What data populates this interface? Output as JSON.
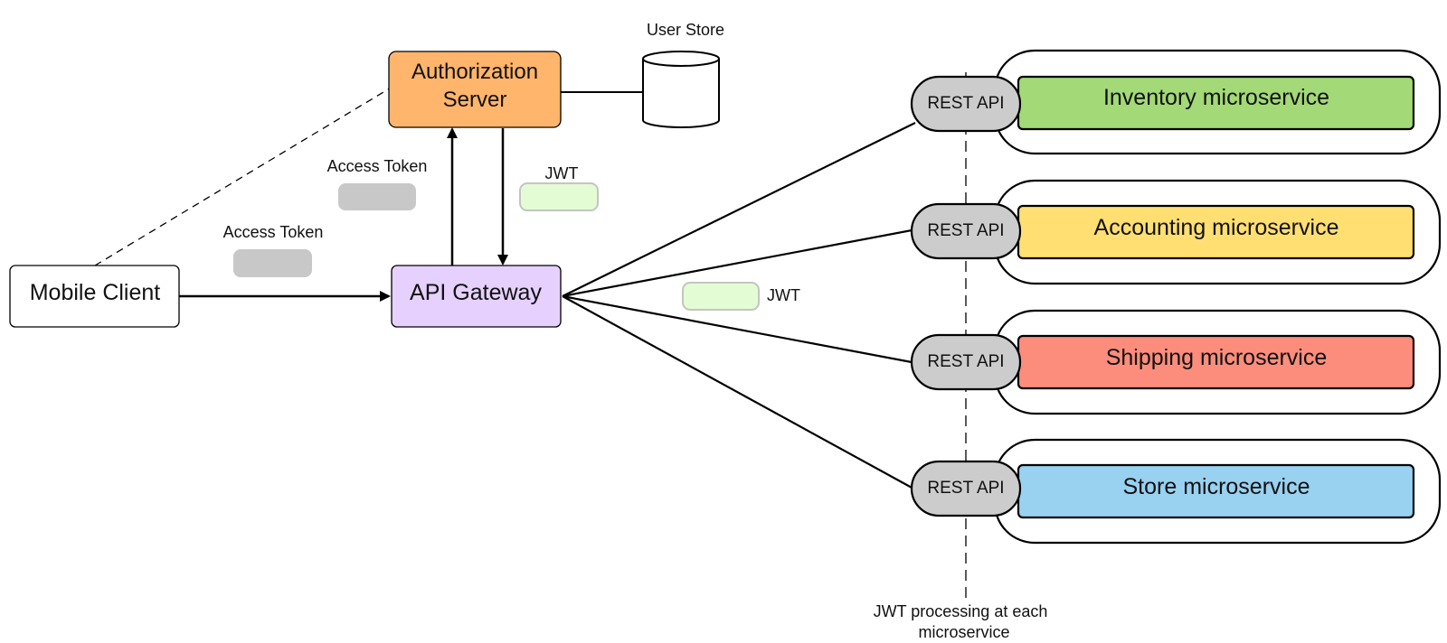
{
  "nodes": {
    "mobile_client": "Mobile Client",
    "api_gateway": "API Gateway",
    "auth_server": [
      "Authorization",
      "Server"
    ],
    "user_store": "User Store"
  },
  "token_labels": {
    "access_token_1": "Access Token",
    "access_token_2": "Access Token",
    "jwt_auth": "JWT",
    "jwt_services": "JWT"
  },
  "rest_api_label": "REST API",
  "microservices": [
    {
      "name": "Inventory microservice",
      "color": "#a3d977"
    },
    {
      "name": "Accounting microservice",
      "color": "#ffdf71"
    },
    {
      "name": "Shipping microservice",
      "color": "#fc8d7c"
    },
    {
      "name": "Store microservice",
      "color": "#99d1f1"
    }
  ],
  "footnote": [
    "JWT processing at each",
    "microservice"
  ],
  "colors": {
    "auth_server": "#ffb56b",
    "api_gateway": "#e6d0fd",
    "token_gray": "#c8c8c8",
    "jwt_green": "#e4fcd3",
    "rest_api": "#cccccc"
  }
}
